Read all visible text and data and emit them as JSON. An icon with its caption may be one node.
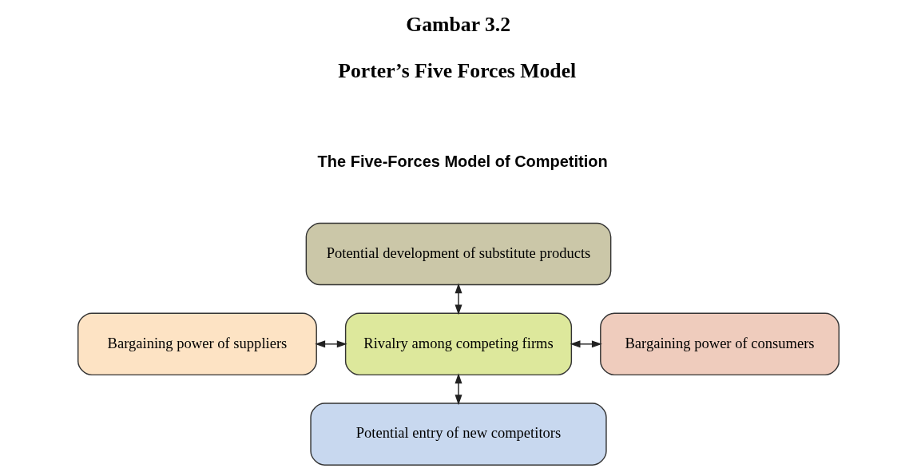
{
  "diagram": {
    "title": "Gambar 3.2",
    "nodes": [
      {
        "text": [
          "Potential development of substitute products"
        ]
      },
      {
        "text": [
          "Bargaining power of suppliers"
        ]
      },
      {
        "text": [
          "Rivalry among competing firms"
        ]
      },
      {
        "text": [
          "Bargaining power of consumers"
        ]
      },
      {
        "text": [
          "Potential entry of new competitors"
        ]
      }
    ],
    "edges": [
      {
        "from": 0,
        "to": 2,
        "arrow": "both"
      },
      {
        "from": 1,
        "to": 2,
        "arrow": "both"
      },
      {
        "from": 2,
        "to": 3,
        "arrow": "both"
      },
      {
        "from": 2,
        "to": 4,
        "arrow": "both"
      }
    ],
    "labels": [
      "Porter’s Five Forces Model",
      "The Five-Forces Model of Competition"
    ]
  }
}
